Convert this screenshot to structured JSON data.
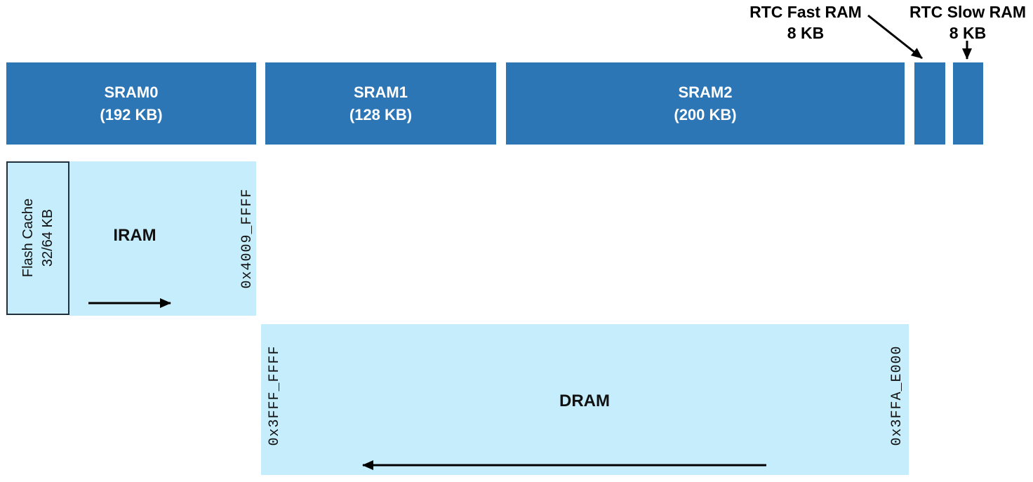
{
  "colors": {
    "block_dark_blue": "#2d76b5",
    "block_light_blue": "#c6edfb",
    "flash_border": "#1e2f3e",
    "arrow_black": "#000000",
    "sram_text": "#ffffff",
    "label_text": "#111111"
  },
  "sram_blocks": [
    {
      "label": "SRAM0",
      "size": "(192 KB)"
    },
    {
      "label": "SRAM1",
      "size": "(128 KB)"
    },
    {
      "label": "SRAM2",
      "size": "(200 KB)"
    }
  ],
  "rtc_fast": {
    "label": "RTC Fast RAM",
    "size": "8 KB"
  },
  "rtc_slow": {
    "label": "RTC Slow RAM",
    "size": "8 KB"
  },
  "flash_cache": {
    "name": "Flash Cache",
    "size": "32/64 KB"
  },
  "iram": {
    "label": "IRAM",
    "addr_high": "0x4009_FFFF"
  },
  "dram": {
    "label": "DRAM",
    "addr_high": "0x3FFF_FFFF",
    "addr_low": "0x3FFA_E000"
  }
}
